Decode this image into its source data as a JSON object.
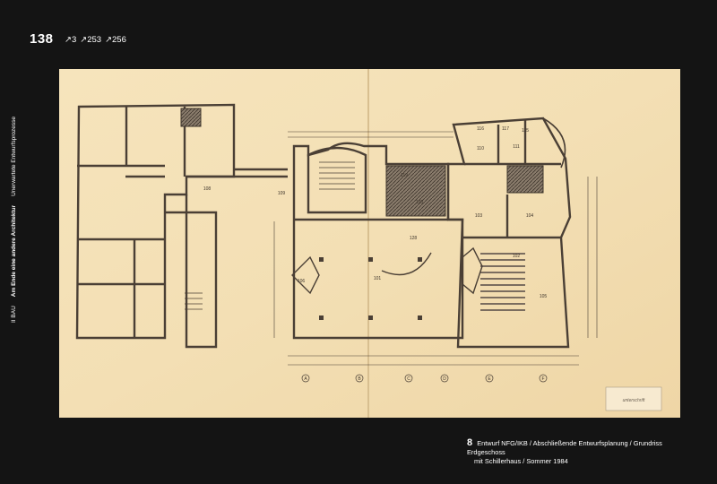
{
  "page": {
    "number": "138"
  },
  "cross_refs": [
    "↗3",
    "↗253",
    "↗256"
  ],
  "sidebar": {
    "section": "II BAU",
    "chapter": "Am Ende eine andere Architektur",
    "subchapter": "Unerwartete Entwurfsprozesse"
  },
  "plan_labels": {
    "r101": "101",
    "r102": "102",
    "r103": "103",
    "r104": "104",
    "r105": "105",
    "r106": "106",
    "r108": "108",
    "r109": "109",
    "r110": "110",
    "r111": "111",
    "r115": "115",
    "r116": "116",
    "r117": "117",
    "r119": "119",
    "r120": "120",
    "r128": "128",
    "a1": "A",
    "a2": "B",
    "a3": "C",
    "a4": "D",
    "a5": "E",
    "a6": "F"
  },
  "stamp": {
    "text": "unterschrift"
  },
  "caption": {
    "number": "8",
    "line1": "Entwurf NFG/IKB / Abschließende Entwurfsplanung / Grundriss Erdgeschoss",
    "line2": "mit Schillerhaus / Sommer 1984"
  },
  "colors": {
    "background": "#141414",
    "paper": "#f3e1b8",
    "ink": "#4a3f35"
  }
}
